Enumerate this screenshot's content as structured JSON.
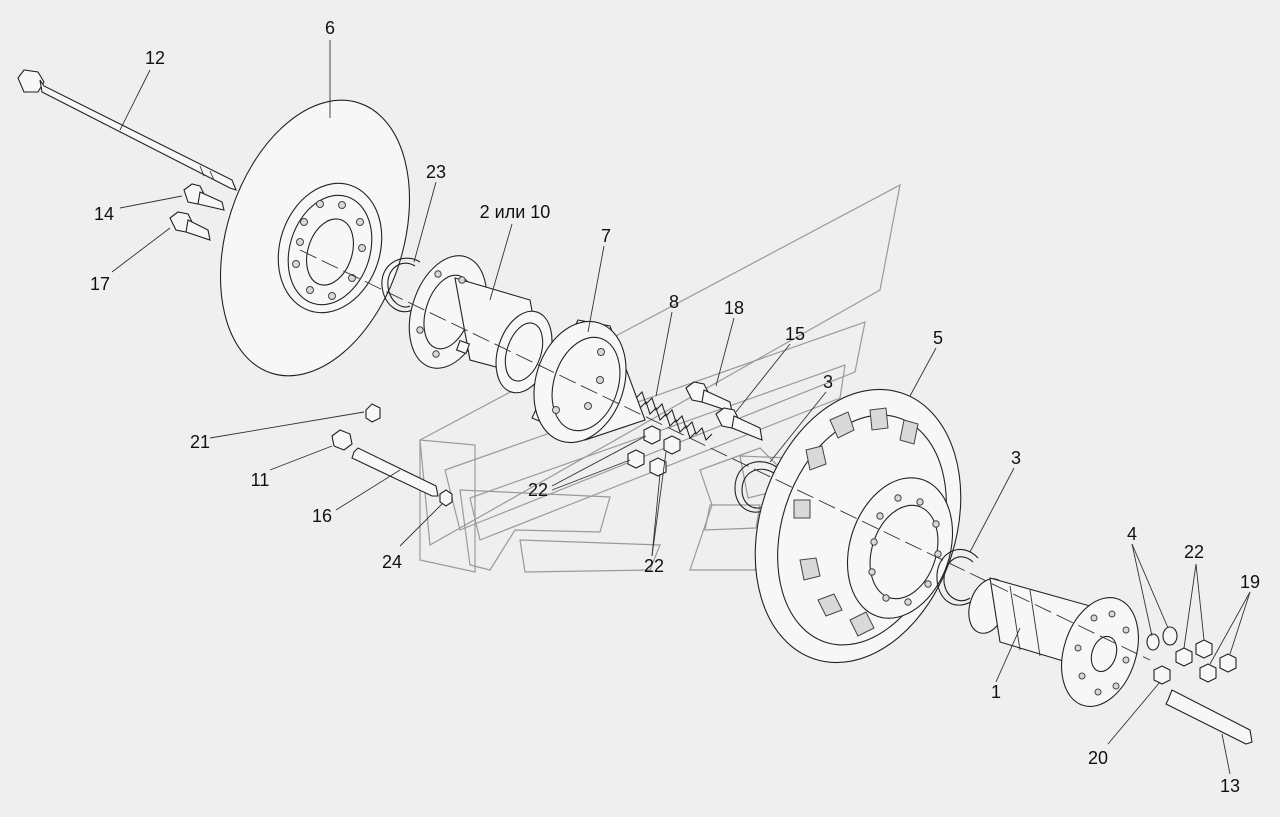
{
  "diagram": {
    "callouts": [
      {
        "id": "c6",
        "text": "6"
      },
      {
        "id": "c12",
        "text": "12"
      },
      {
        "id": "c14",
        "text": "14"
      },
      {
        "id": "c17",
        "text": "17"
      },
      {
        "id": "c23",
        "text": "23"
      },
      {
        "id": "c2",
        "text": "2 или 10"
      },
      {
        "id": "c7",
        "text": "7"
      },
      {
        "id": "c8",
        "text": "8"
      },
      {
        "id": "c18",
        "text": "18"
      },
      {
        "id": "c15",
        "text": "15"
      },
      {
        "id": "c3a",
        "text": "3"
      },
      {
        "id": "c5",
        "text": "5"
      },
      {
        "id": "c3b",
        "text": "3"
      },
      {
        "id": "c21",
        "text": "21"
      },
      {
        "id": "c11",
        "text": "11"
      },
      {
        "id": "c16",
        "text": "16"
      },
      {
        "id": "c24",
        "text": "24"
      },
      {
        "id": "c22a",
        "text": "22"
      },
      {
        "id": "c22b",
        "text": "22"
      },
      {
        "id": "c4",
        "text": "4"
      },
      {
        "id": "c22c",
        "text": "22"
      },
      {
        "id": "c19",
        "text": "19"
      },
      {
        "id": "c1",
        "text": "1"
      },
      {
        "id": "c20",
        "text": "20"
      },
      {
        "id": "c13",
        "text": "13"
      }
    ]
  }
}
